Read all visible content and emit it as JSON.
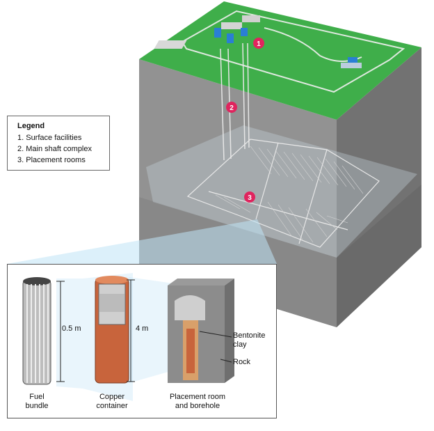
{
  "legend": {
    "title": "Legend",
    "items": [
      "1. Surface facilities",
      "2. Main shaft complex",
      "3. Placement rooms"
    ]
  },
  "markers": [
    "1",
    "2",
    "3"
  ],
  "detail": {
    "fuel_bundle": {
      "line1": "Fuel",
      "line2": "bundle",
      "height": "0.5 m"
    },
    "copper_container": {
      "line1": "Copper",
      "line2": "container",
      "height": "4 m"
    },
    "placement": {
      "line1": "Placement room",
      "line2": "and borehole"
    },
    "bentonite": {
      "line1": "Bentonite",
      "line2": "clay"
    },
    "rock": "Rock"
  },
  "colors": {
    "surface": "#3fae4a",
    "rock_front": "#8f8f8f",
    "rock_right": "#6e6e6e",
    "marker": "#e0245e",
    "copper": "#c8643c",
    "highlight": "#a9d8f0"
  }
}
